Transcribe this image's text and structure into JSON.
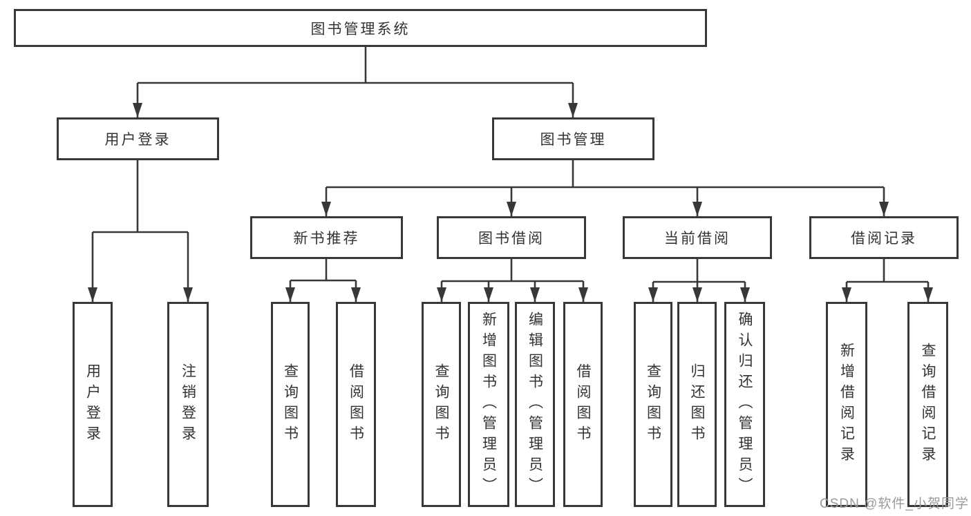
{
  "diagram": {
    "root": {
      "label": "图书管理系统"
    },
    "user_login": {
      "label": "用户登录",
      "children": {
        "login": {
          "label": "用户登录"
        },
        "logout": {
          "label": "注销登录"
        }
      }
    },
    "book_management": {
      "label": "图书管理",
      "children": {
        "new_book_recommend": {
          "label": "新书推荐",
          "children": {
            "query_books": {
              "label": "查询图书"
            },
            "borrow_books": {
              "label": "借阅图书"
            }
          }
        },
        "book_borrow": {
          "label": "图书借阅",
          "children": {
            "query_books": {
              "label": "查询图书"
            },
            "add_books_admin": {
              "label": "新增图书（管理员）"
            },
            "edit_books_admin": {
              "label": "编辑图书（管理员）"
            },
            "borrow_books": {
              "label": "借阅图书"
            }
          }
        },
        "current_borrow": {
          "label": "当前借阅",
          "children": {
            "query_books": {
              "label": "查询图书"
            },
            "return_books": {
              "label": "归还图书"
            },
            "confirm_return_admin": {
              "label": "确认归还（管理员）"
            }
          }
        },
        "borrow_records": {
          "label": "借阅记录",
          "children": {
            "add_borrow_record": {
              "label": "新增借阅记录"
            },
            "query_borrow_record": {
              "label": "查询借阅记录"
            }
          }
        }
      }
    }
  },
  "watermark": {
    "text": "CSDN @软件_小贺同学"
  },
  "colors": {
    "line": "#383838",
    "text": "#333333",
    "watermark-color": "#9a9a9a",
    "background": "#ffffff"
  }
}
